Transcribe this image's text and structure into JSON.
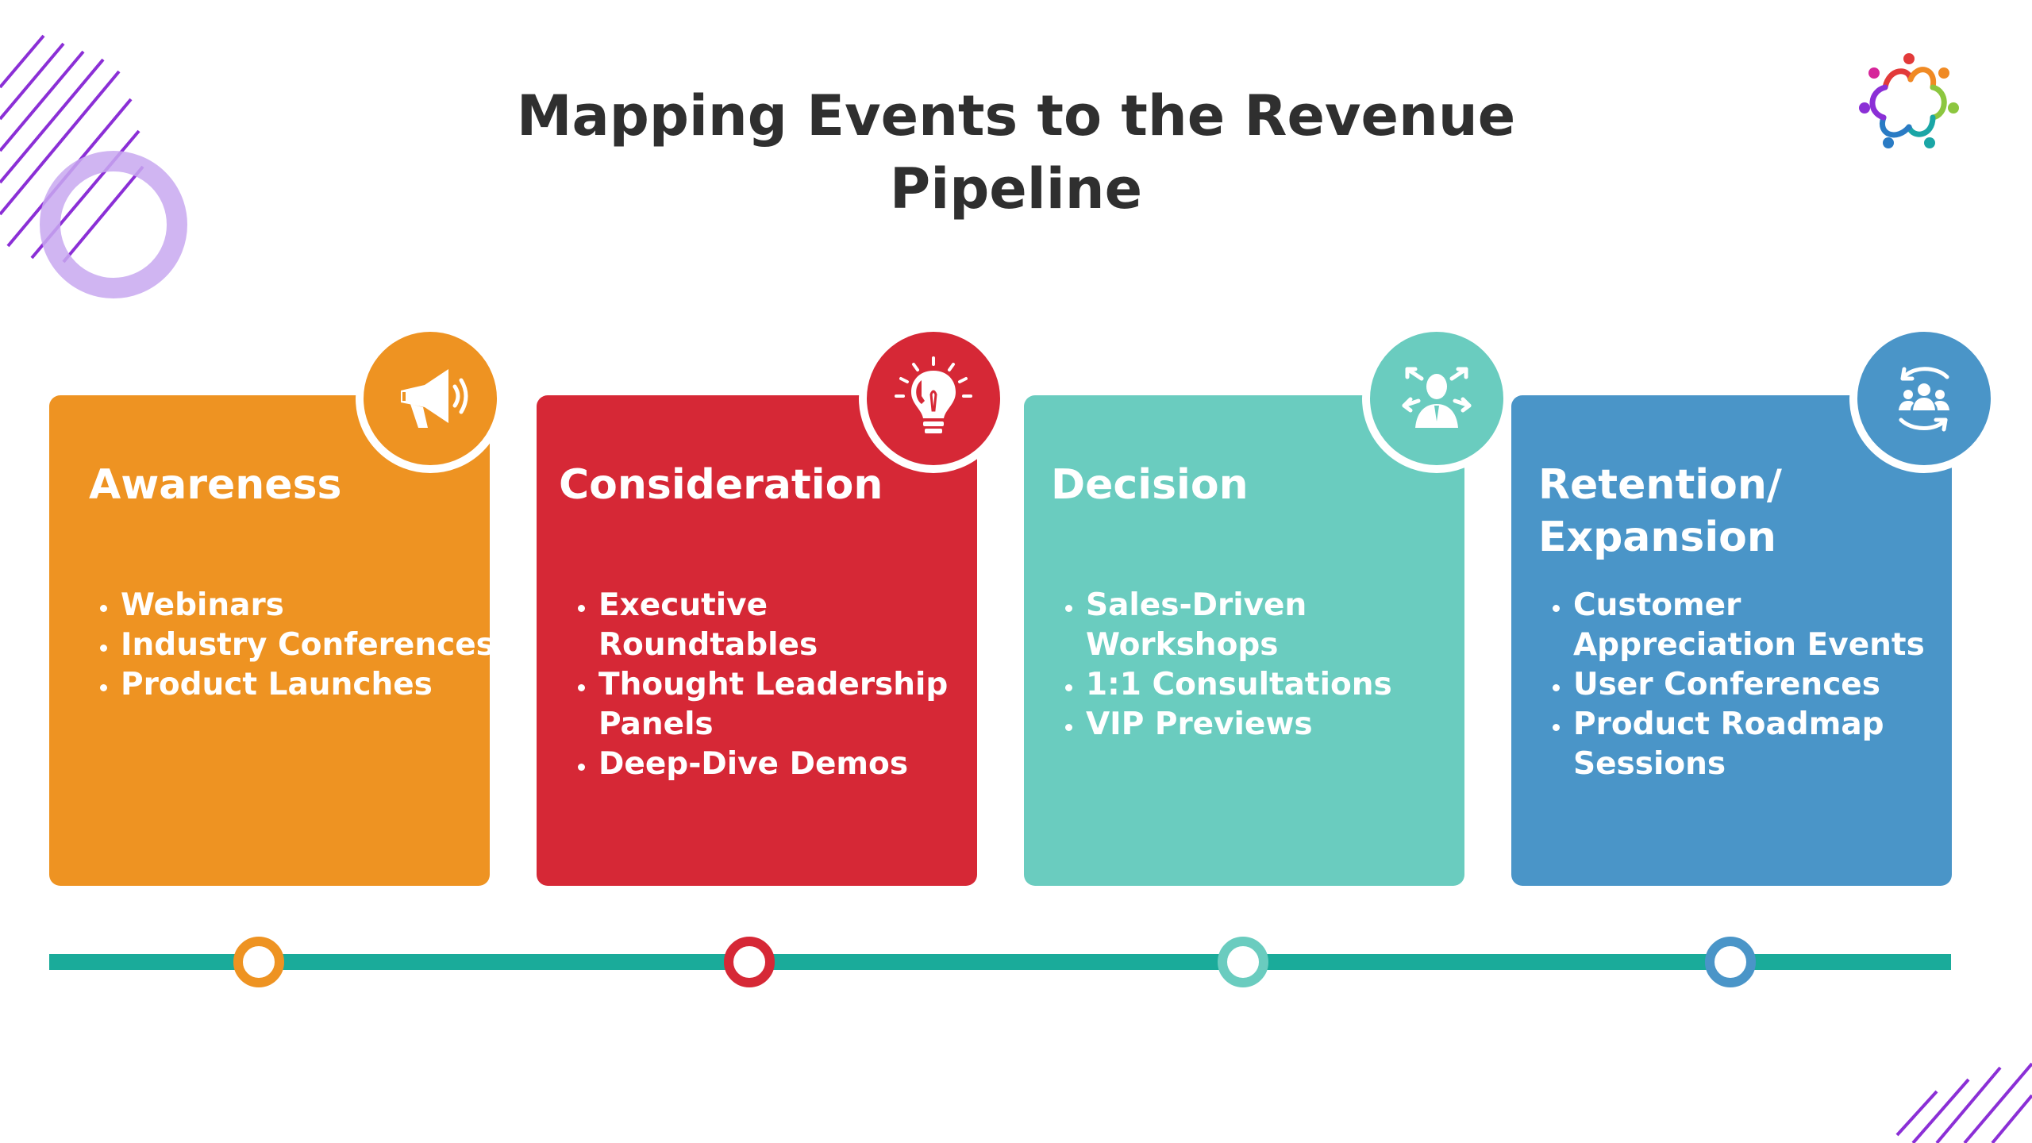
{
  "title": "Mapping Events to the Revenue Pipeline",
  "colors": {
    "awareness": "#ee9322",
    "consideration": "#d62836",
    "decision": "#6accbf",
    "retention": "#4a95c8",
    "timeline": "#1aab9a",
    "accent": "#8b2fd6"
  },
  "stages": [
    {
      "title": "Awareness",
      "icon": "megaphone-icon",
      "items": [
        "Webinars",
        "Industry Conferences",
        "Product Launches"
      ]
    },
    {
      "title": "Consideration",
      "icon": "lightbulb-head-icon",
      "items": [
        "Executive Roundtables",
        "Thought Leadership Panels",
        "Deep-Dive Demos"
      ]
    },
    {
      "title": "Decision",
      "icon": "decision-maker-icon",
      "items": [
        "Sales-Driven Workshops",
        "1:1 Consultations",
        "VIP Previews"
      ]
    },
    {
      "title": "Retention/ Expansion",
      "icon": "group-cycle-icon",
      "items": [
        "Customer Appreciation Events",
        "User Conferences",
        "Product Roadmap Sessions"
      ]
    }
  ]
}
